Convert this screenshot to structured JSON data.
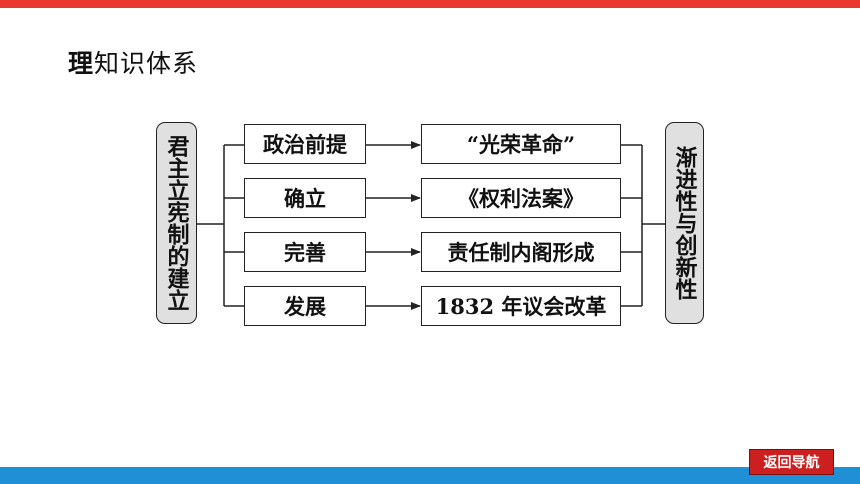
{
  "header": {
    "title_lead": "理",
    "title_rest": "知识体系"
  },
  "diagram": {
    "left_label": "君主立宪制的建立",
    "right_label": "渐进性与创新性",
    "stages": [
      {
        "label": "政治前提",
        "result": "“光荣革命”"
      },
      {
        "label": "确立",
        "result": "《权利法案》"
      },
      {
        "label": "完善",
        "result": "责任制内阁形成"
      },
      {
        "label": "发展",
        "result": "1832 年议会改革"
      }
    ]
  },
  "footer": {
    "nav_button_label": "返回导航"
  },
  "colors": {
    "top_bar": "#e8382f",
    "bottom_bar": "#1f8fd6",
    "nav_button": "#cc2020",
    "side_box_fill": "#e0e0e0"
  }
}
